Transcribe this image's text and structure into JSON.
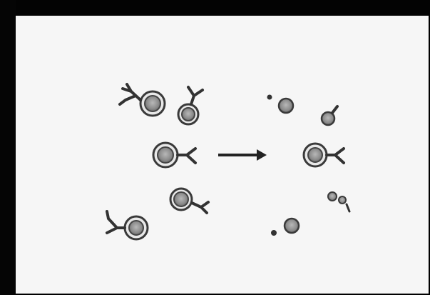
{
  "diagram": {
    "before_label": "",
    "after_label": "",
    "colors": {
      "outline": "#3a3a3a",
      "cell_fill": "#9a9a9a",
      "cell_inner": "#7d7d7d",
      "arrow": "#222222",
      "background": "#f6f6f6",
      "border": "#000000"
    },
    "cells_before": [
      {
        "kind": "cell-with-side-receptor"
      },
      {
        "kind": "cell-with-top-receptor"
      },
      {
        "kind": "cell-with-y-receptor"
      },
      {
        "kind": "cell-with-small-receptor"
      },
      {
        "kind": "cell-with-left-receptor"
      }
    ],
    "cells_after": [
      {
        "kind": "small-dot"
      },
      {
        "kind": "small-cell"
      },
      {
        "kind": "cell-with-y-receptor"
      },
      {
        "kind": "tiny-pair"
      },
      {
        "kind": "small-cell-dot"
      }
    ]
  }
}
